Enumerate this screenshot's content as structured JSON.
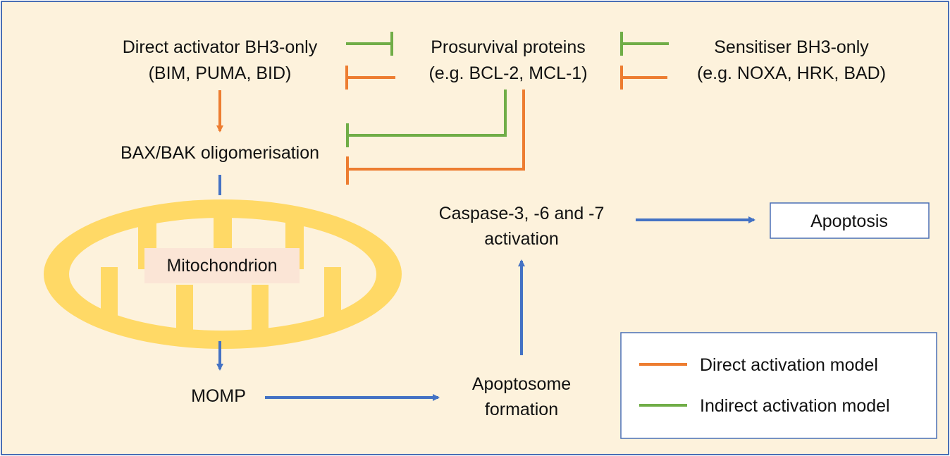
{
  "colors": {
    "background": "#fdf2dc",
    "border": "#4a6fb5",
    "direct": "#ed7d31",
    "indirect": "#70ad47",
    "flow": "#4472c4",
    "mito_fill": "#ffd966",
    "mito_label_bg": "#fbe5d6"
  },
  "nodes": {
    "direct_activator": {
      "line1": "Direct activator BH3-only",
      "line2": "(BIM, PUMA, BID)"
    },
    "prosurvival": {
      "line1": "Prosurvival proteins",
      "line2": "(e.g. BCL-2, MCL-1)"
    },
    "sensitiser": {
      "line1": "Sensitiser BH3-only",
      "line2": "(e.g. NOXA, HRK, BAD)"
    },
    "bax_bak": "BAX/BAK oligomerisation",
    "mitochondrion": "Mitochondrion",
    "momp": "MOMP",
    "apoptosome": {
      "line1": "Apoptosome",
      "line2": "formation"
    },
    "caspase": {
      "line1": "Caspase-3, -6 and -7",
      "line2": "activation"
    },
    "apoptosis": "Apoptosis"
  },
  "legend": {
    "direct_label": "Direct activation model",
    "indirect_label": "Indirect activation model"
  }
}
